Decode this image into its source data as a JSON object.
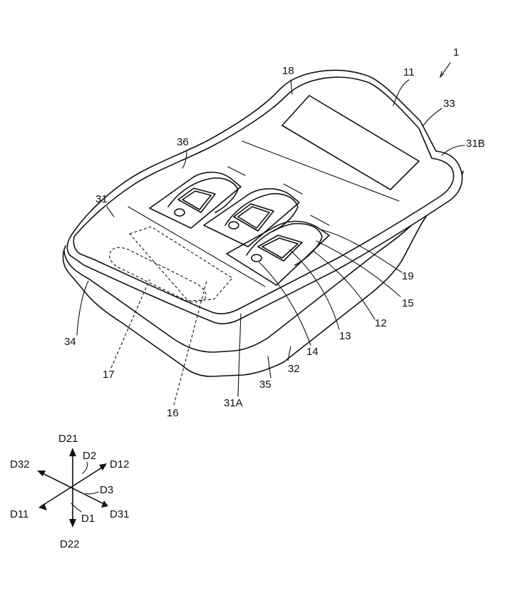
{
  "labels": {
    "l1": "1",
    "l11": "11",
    "l18": "18",
    "l33": "33",
    "l31B": "31B",
    "l36": "36",
    "l31": "31",
    "l19": "19",
    "l15": "15",
    "l12": "12",
    "l13": "13",
    "l14": "14",
    "l32": "32",
    "l35": "35",
    "l31A": "31A",
    "l16": "16",
    "l17": "17",
    "l34": "34"
  },
  "axes": {
    "D21": "D21",
    "D22": "D22",
    "D12": "D12",
    "D11": "D11",
    "D32": "D32",
    "D31": "D31",
    "D1": "D1",
    "D2": "D2",
    "D3": "D3"
  }
}
